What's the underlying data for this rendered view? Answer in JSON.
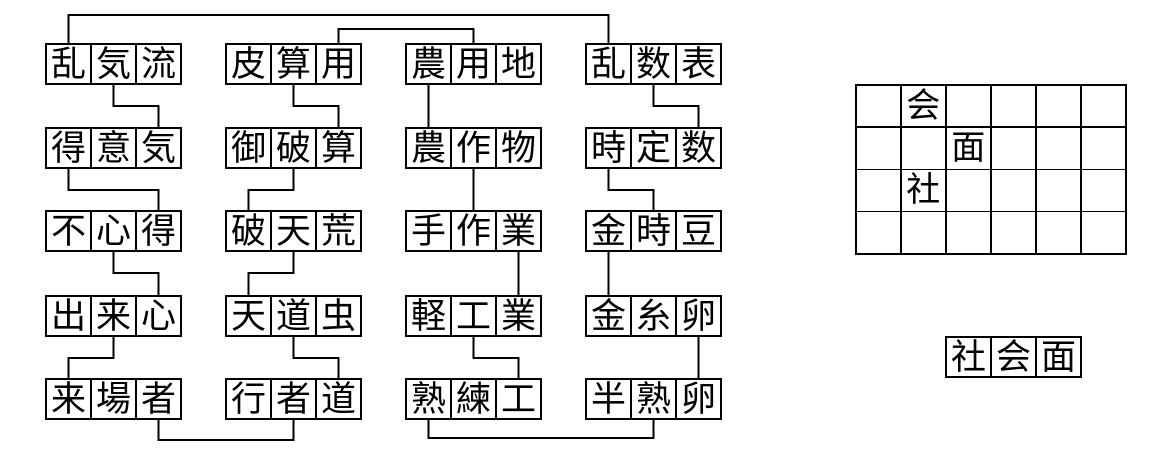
{
  "puzzle": {
    "words": [
      {
        "text": "乱気流",
        "row": 0,
        "col": 0
      },
      {
        "text": "皮算用",
        "row": 0,
        "col": 1
      },
      {
        "text": "農用地",
        "row": 0,
        "col": 2
      },
      {
        "text": "乱数表",
        "row": 0,
        "col": 3
      },
      {
        "text": "得意気",
        "row": 1,
        "col": 0
      },
      {
        "text": "御破算",
        "row": 1,
        "col": 1
      },
      {
        "text": "農作物",
        "row": 1,
        "col": 2
      },
      {
        "text": "時定数",
        "row": 1,
        "col": 3
      },
      {
        "text": "不心得",
        "row": 2,
        "col": 0
      },
      {
        "text": "破天荒",
        "row": 2,
        "col": 1
      },
      {
        "text": "手作業",
        "row": 2,
        "col": 2
      },
      {
        "text": "金時豆",
        "row": 2,
        "col": 3
      },
      {
        "text": "出来心",
        "row": 3,
        "col": 0
      },
      {
        "text": "天道虫",
        "row": 3,
        "col": 1
      },
      {
        "text": "軽工業",
        "row": 3,
        "col": 2
      },
      {
        "text": "金糸卵",
        "row": 3,
        "col": 3
      },
      {
        "text": "来場者",
        "row": 4,
        "col": 0
      },
      {
        "text": "行者道",
        "row": 4,
        "col": 1
      },
      {
        "text": "熟練工",
        "row": 4,
        "col": 2
      },
      {
        "text": "半熟卵",
        "row": 4,
        "col": 3
      }
    ],
    "connections": [
      {
        "from": {
          "word": 0,
          "char": 0
        },
        "to": {
          "word": 3,
          "char": 0
        },
        "type": "over",
        "level": 0,
        "shared": "乱"
      },
      {
        "from": {
          "word": 1,
          "char": 2
        },
        "to": {
          "word": 2,
          "char": 1
        },
        "type": "over",
        "level": 1,
        "shared": "用"
      },
      {
        "from": {
          "word": 0,
          "char": 1
        },
        "to": {
          "word": 4,
          "char": 2
        },
        "type": "mid",
        "shared": "気"
      },
      {
        "from": {
          "word": 1,
          "char": 1
        },
        "to": {
          "word": 5,
          "char": 2
        },
        "type": "mid",
        "shared": "算"
      },
      {
        "from": {
          "word": 2,
          "char": 0
        },
        "to": {
          "word": 6,
          "char": 0
        },
        "type": "mid",
        "shared": "農"
      },
      {
        "from": {
          "word": 3,
          "char": 1
        },
        "to": {
          "word": 7,
          "char": 2
        },
        "type": "mid",
        "shared": "数"
      },
      {
        "from": {
          "word": 4,
          "char": 0
        },
        "to": {
          "word": 8,
          "char": 2
        },
        "type": "mid",
        "shared": "得"
      },
      {
        "from": {
          "word": 5,
          "char": 1
        },
        "to": {
          "word": 9,
          "char": 0
        },
        "type": "mid",
        "shared": "破"
      },
      {
        "from": {
          "word": 6,
          "char": 1
        },
        "to": {
          "word": 10,
          "char": 1
        },
        "type": "mid",
        "shared": "作"
      },
      {
        "from": {
          "word": 7,
          "char": 0
        },
        "to": {
          "word": 11,
          "char": 1
        },
        "type": "mid",
        "shared": "時"
      },
      {
        "from": {
          "word": 8,
          "char": 1
        },
        "to": {
          "word": 12,
          "char": 2
        },
        "type": "mid",
        "shared": "心"
      },
      {
        "from": {
          "word": 9,
          "char": 1
        },
        "to": {
          "word": 13,
          "char": 0
        },
        "type": "mid",
        "shared": "天"
      },
      {
        "from": {
          "word": 10,
          "char": 2
        },
        "to": {
          "word": 14,
          "char": 2
        },
        "type": "mid",
        "shared": "業"
      },
      {
        "from": {
          "word": 11,
          "char": 0
        },
        "to": {
          "word": 15,
          "char": 0
        },
        "type": "mid",
        "shared": "金"
      },
      {
        "from": {
          "word": 12,
          "char": 1
        },
        "to": {
          "word": 16,
          "char": 0
        },
        "type": "mid",
        "shared": "来"
      },
      {
        "from": {
          "word": 13,
          "char": 1
        },
        "to": {
          "word": 17,
          "char": 2
        },
        "type": "mid",
        "shared": "道"
      },
      {
        "from": {
          "word": 14,
          "char": 1
        },
        "to": {
          "word": 18,
          "char": 2
        },
        "type": "mid",
        "shared": "工"
      },
      {
        "from": {
          "word": 15,
          "char": 2
        },
        "to": {
          "word": 19,
          "char": 2
        },
        "type": "mid",
        "shared": "卵"
      },
      {
        "from": {
          "word": 16,
          "char": 2
        },
        "to": {
          "word": 17,
          "char": 1
        },
        "type": "under",
        "level": 0,
        "shared": "者"
      },
      {
        "from": {
          "word": 18,
          "char": 0
        },
        "to": {
          "word": 19,
          "char": 1
        },
        "type": "under",
        "level": 1,
        "shared": "熟"
      }
    ]
  },
  "answer_grid": {
    "rows": 4,
    "cols": 6,
    "cells": [
      {
        "row": 0,
        "col": 1,
        "ch": "会"
      },
      {
        "row": 1,
        "col": 2,
        "ch": "面"
      },
      {
        "row": 2,
        "col": 1,
        "ch": "社"
      }
    ]
  },
  "answer": {
    "text": "社会面"
  },
  "colors": {
    "line": "#000000",
    "background": "#ffffff",
    "text": "#000000"
  }
}
